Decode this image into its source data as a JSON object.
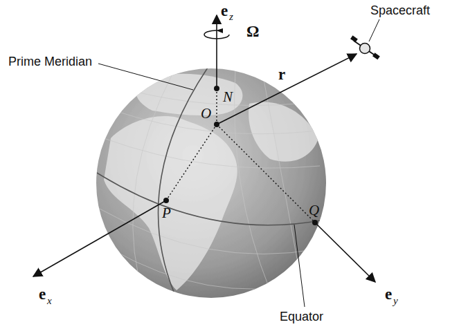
{
  "diagram": {
    "labels": [
      "e",
      "z",
      "Ω",
      "Spacecraft",
      "Prime Meridian",
      "N",
      "r",
      "O",
      "P",
      "Q",
      "e",
      "x",
      "e",
      "y",
      "Equator"
    ]
  }
}
